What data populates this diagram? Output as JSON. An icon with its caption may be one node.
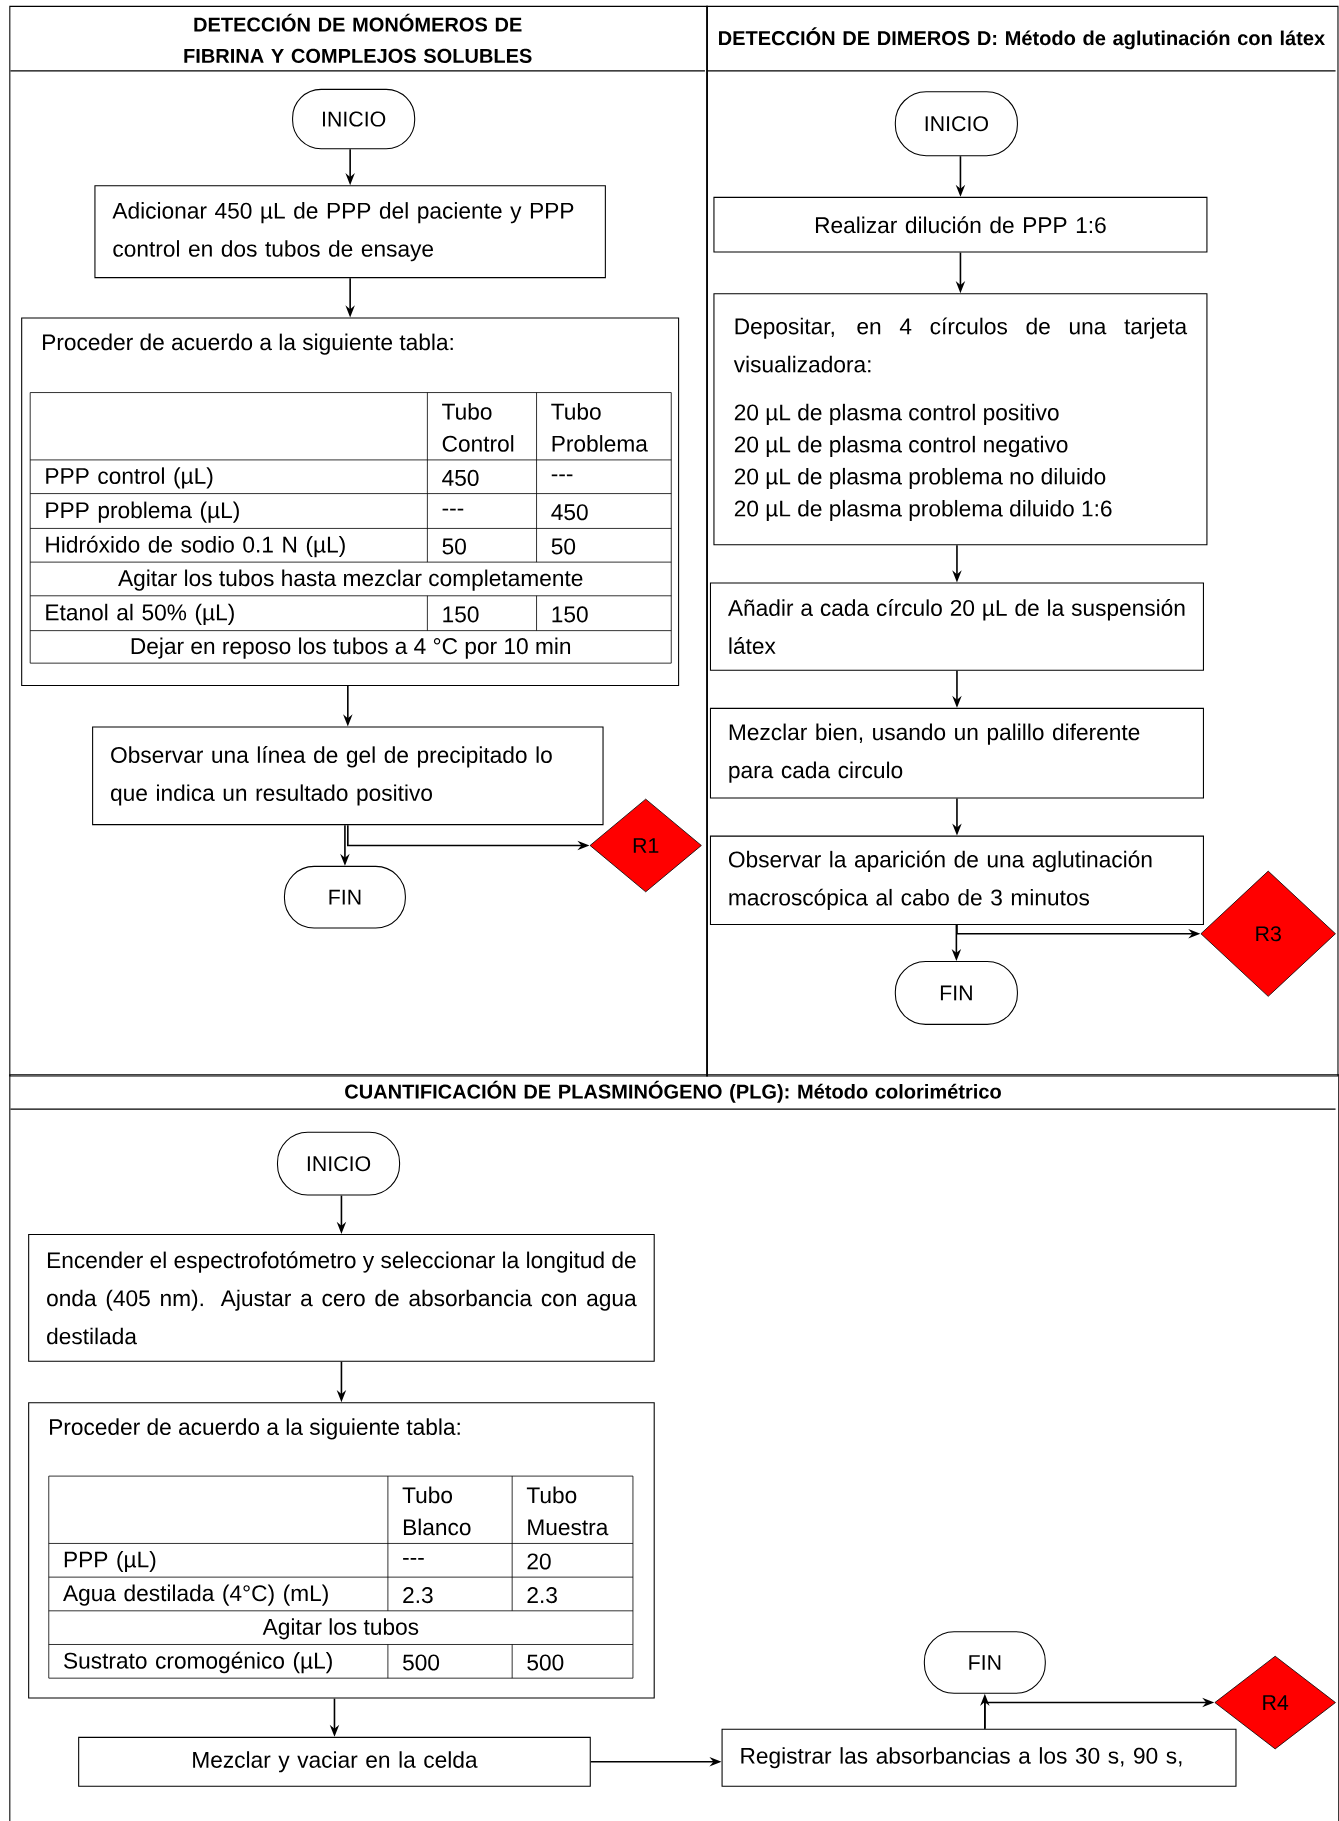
{
  "diagram": {
    "nodes": [
      {
        "text": [
          "DETECCIÓN DE MONÓMEROS DE FIBRINA Y COMPLEJOS SOLUBLES"
        ]
      },
      {
        "text": [
          "INICIO"
        ],
        "in": 0
      },
      {
        "text": [
          "Adicionar 450 µL de PPP del paciente y PPP control en dos tubos de ensaye"
        ],
        "in": 0
      },
      {
        "text": [
          "Proceder de acuerdo a la siguiente tabla:",
          "Tubo Control",
          "Tubo Problema",
          "PPP control (µL)",
          "450",
          "---",
          "PPP problema (µL)",
          "---",
          "450",
          "Hidróxido de sodio 0.1 N (µL)",
          "50",
          "50",
          "Agitar los tubos hasta mezclar completamente",
          "Etanol al 50% (µL)",
          "150",
          "150",
          "Dejar en reposo los tubos a 4 °C por 10 min"
        ],
        "in": 0
      },
      {
        "text": [
          "Observar una línea de gel de precipitado lo que indica un resultado positivo"
        ],
        "in": 0
      },
      {
        "text": [
          "FIN"
        ],
        "in": 0
      },
      {
        "text": [
          "R1"
        ],
        "in": 0
      },
      {
        "text": [
          "DETECCIÓN DE DIMEROS D: Método de aglutinación con látex"
        ]
      },
      {
        "text": [
          "INICIO"
        ],
        "in": 7
      },
      {
        "text": [
          "Realizar dilución de PPP 1:6"
        ],
        "in": 7
      },
      {
        "text": [
          "Depositar, en 4 círculos de una tarjeta visualizadora:",
          "20 µL de plasma control positivo",
          "20 µL de plasma control negativo",
          "20 µL de plasma problema no diluido",
          "20 µL de plasma problema diluido 1:6"
        ],
        "in": 7
      },
      {
        "text": [
          "Añadir a cada círculo 20 µL de la suspensión látex"
        ],
        "in": 7
      },
      {
        "text": [
          "Mezclar bien, usando un palillo diferente para cada circulo"
        ],
        "in": 7
      },
      {
        "text": [
          "Observar la aparición de una aglutinación macroscópica al cabo de 3 minutos"
        ],
        "in": 7
      },
      {
        "text": [
          "FIN"
        ],
        "in": 7
      },
      {
        "text": [
          "R3"
        ],
        "in": 7
      },
      {
        "text": [
          "CUANTIFICACIÓN DE PLASMINÓGENO (PLG): Método colorimétrico"
        ]
      },
      {
        "text": [
          "INICIO"
        ],
        "in": 16
      },
      {
        "text": [
          "Encender el espectrofotómetro y seleccionar la longitud de onda (405 nm). Ajustar a cero de absorbancia con agua destilada"
        ],
        "in": 16
      },
      {
        "text": [
          "Proceder de acuerdo a la siguiente tabla:",
          "Tubo Blanco",
          "Tubo Muestra",
          "PPP (µL)",
          "---",
          "20",
          "Agua destilada (4°C) (mL)",
          "2.3",
          "2.3",
          "Agitar los tubos",
          "Sustrato cromogénico (µL)",
          "500",
          "500"
        ],
        "in": 16
      },
      {
        "text": [
          "Mezclar y vaciar en la celda"
        ],
        "in": 16
      },
      {
        "text": [
          "Registrar las absorbancias a los 30 s, 90 s,"
        ],
        "in": 16
      },
      {
        "text": [
          "FIN"
        ],
        "in": 16
      },
      {
        "text": [
          "R4"
        ],
        "in": 16
      }
    ],
    "edges": [
      {
        "from": 1,
        "to": 2,
        "arrow": "to"
      },
      {
        "from": 2,
        "to": 3,
        "arrow": "to"
      },
      {
        "from": 3,
        "to": 4,
        "arrow": "to"
      },
      {
        "from": 4,
        "to": 5,
        "arrow": "to"
      },
      {
        "from": 4,
        "to": 6,
        "arrow": "to"
      },
      {
        "from": 8,
        "to": 9,
        "arrow": "to"
      },
      {
        "from": 9,
        "to": 10,
        "arrow": "to"
      },
      {
        "from": 10,
        "to": 11,
        "arrow": "to"
      },
      {
        "from": 11,
        "to": 12,
        "arrow": "to"
      },
      {
        "from": 12,
        "to": 13,
        "arrow": "to"
      },
      {
        "from": 13,
        "to": 14,
        "arrow": "to"
      },
      {
        "from": 13,
        "to": 15,
        "arrow": "to"
      },
      {
        "from": 17,
        "to": 18,
        "arrow": "to"
      },
      {
        "from": 18,
        "to": 19,
        "arrow": "to"
      },
      {
        "from": 19,
        "to": 20,
        "arrow": "to"
      },
      {
        "from": 20,
        "to": 21,
        "arrow": "to"
      },
      {
        "from": 21,
        "to": 22,
        "arrow": "to"
      },
      {
        "from": 21,
        "to": 23,
        "arrow": "to"
      }
    ]
  }
}
